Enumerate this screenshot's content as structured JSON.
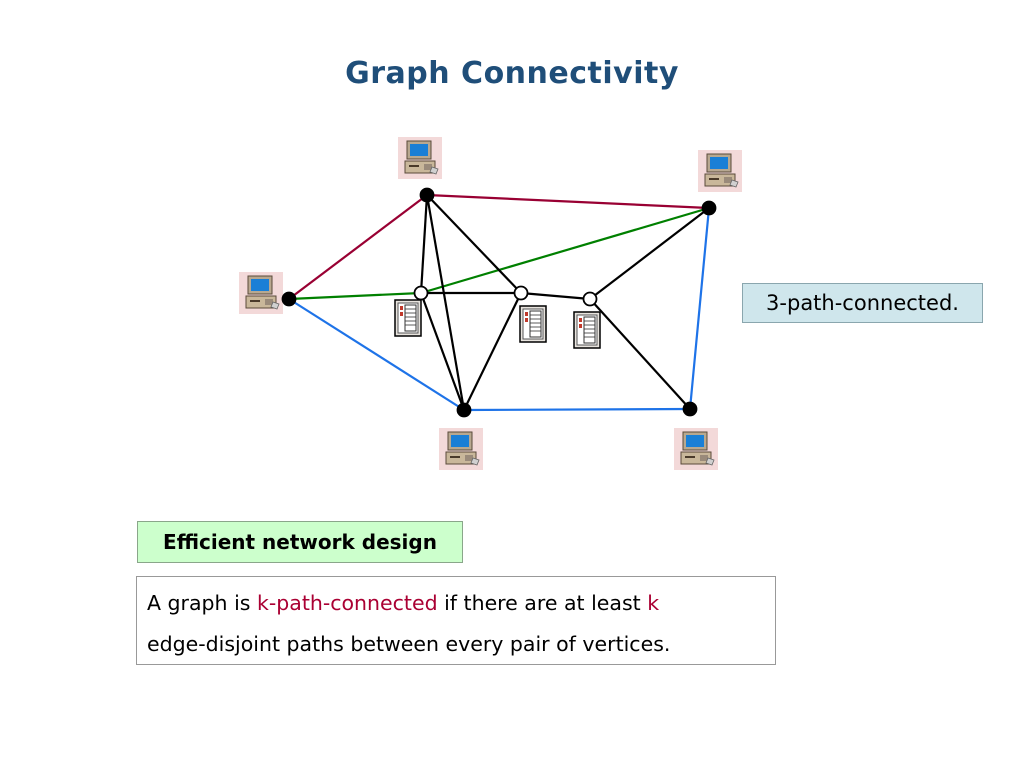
{
  "title": "Graph Connectivity",
  "callout": "3-path-connected.",
  "section_label": "Efficient network design",
  "definition": {
    "part1": "A graph is ",
    "term": "k-path-connected",
    "part2": " if there are at least ",
    "k": "k",
    "line2": "edge-disjoint paths between every pair of vertices."
  },
  "colors": {
    "title": "#1f4e79",
    "edge_black": "#000000",
    "edge_red": "#990033",
    "edge_green": "#008000",
    "edge_blue": "#1e73e8",
    "highlight": "#aa0033"
  },
  "graph": {
    "nodes": [
      {
        "id": "A",
        "kind": "computer"
      },
      {
        "id": "B",
        "kind": "computer"
      },
      {
        "id": "C",
        "kind": "computer"
      },
      {
        "id": "D",
        "kind": "computer"
      },
      {
        "id": "E",
        "kind": "computer"
      },
      {
        "id": "S1",
        "kind": "switch"
      },
      {
        "id": "S2",
        "kind": "switch"
      },
      {
        "id": "S3",
        "kind": "switch"
      }
    ],
    "edges": [
      {
        "from": "C",
        "to": "A",
        "color": "red"
      },
      {
        "from": "A",
        "to": "B",
        "color": "red"
      },
      {
        "from": "C",
        "to": "S1",
        "color": "green"
      },
      {
        "from": "S1",
        "to": "B",
        "color": "green"
      },
      {
        "from": "C",
        "to": "D",
        "color": "blue"
      },
      {
        "from": "D",
        "to": "E",
        "color": "blue"
      },
      {
        "from": "E",
        "to": "B",
        "color": "blue"
      },
      {
        "from": "A",
        "to": "S1",
        "color": "black"
      },
      {
        "from": "A",
        "to": "S2",
        "color": "black"
      },
      {
        "from": "A",
        "to": "D",
        "color": "black"
      },
      {
        "from": "S1",
        "to": "S2",
        "color": "black"
      },
      {
        "from": "S2",
        "to": "S3",
        "color": "black"
      },
      {
        "from": "S1",
        "to": "D",
        "color": "black"
      },
      {
        "from": "S2",
        "to": "D",
        "color": "black"
      },
      {
        "from": "S3",
        "to": "B",
        "color": "black"
      },
      {
        "from": "S3",
        "to": "E",
        "color": "black"
      }
    ]
  }
}
